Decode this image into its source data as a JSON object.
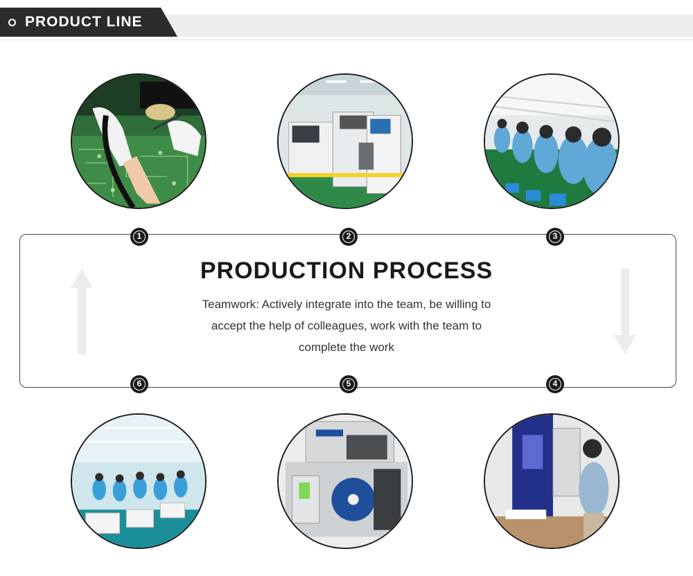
{
  "header": {
    "title": "PRODUCT LINE"
  },
  "process": {
    "title": "PRODUCTION PROCESS",
    "description": "Teamwork: Actively integrate into the team, be willing to accept the help of colleagues, work with the team to complete the work"
  },
  "steps": [
    {
      "number": "1"
    },
    {
      "number": "2"
    },
    {
      "number": "3"
    },
    {
      "number": "4"
    },
    {
      "number": "5"
    },
    {
      "number": "6"
    }
  ],
  "colors": {
    "header_dark": "#2b2b2b",
    "header_light": "#eeeeee",
    "text_dark": "#1a1a1a",
    "text_body": "#333333",
    "arrow": "#ececec"
  }
}
